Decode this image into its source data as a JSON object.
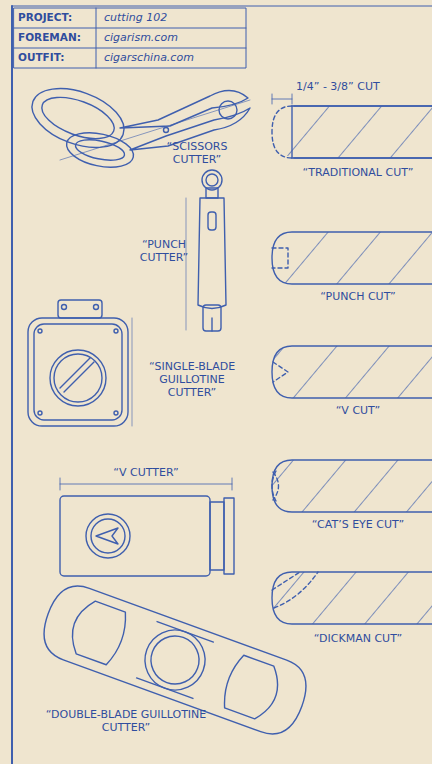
{
  "diagram": {
    "labels": [
      "PROJECT:",
      "cutting 102",
      "FOREMAN:",
      "cigarism.com",
      "OUTFIT:",
      "cigarschina.com",
      "“SCISSORS CUTTER”",
      "1/4” - 3/8” CUT",
      "“TRADITIONAL CUT”",
      "“PUNCH CUTTER”",
      "“PUNCH CUT”",
      "“SINGLE-BLADE GUILLOTINE CUTTER”",
      "“V CUT”",
      "“V CUTTER”",
      "“CAT’S EYE CUT”",
      "“DICKMAN CUT”",
      "“DOUBLE-BLADE GUILLOTINE CUTTER”"
    ]
  }
}
